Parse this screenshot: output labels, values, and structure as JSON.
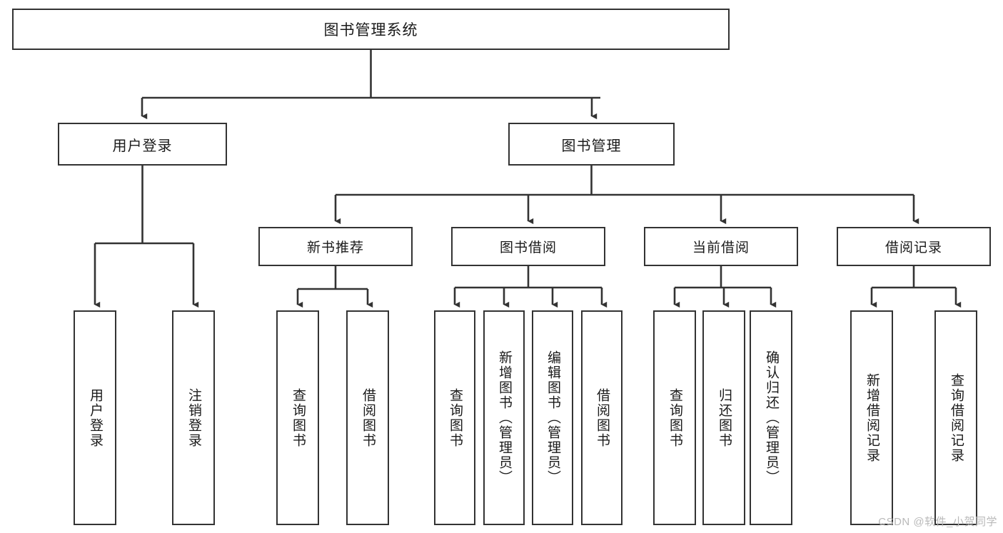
{
  "diagram": {
    "title": "图书管理系统",
    "watermark": "CSDN @软件_小贺同学",
    "colors": {
      "box_border": "#333333",
      "box_fill": "#ffffff",
      "connector": "#333333",
      "text": "#1a1a1a",
      "watermark": "#b9b9b9"
    },
    "root": {
      "label": "图书管理系统"
    },
    "level1": [
      {
        "label": "用户登录"
      },
      {
        "label": "图书管理"
      }
    ],
    "level2": [
      {
        "label": "新书推荐"
      },
      {
        "label": "图书借阅"
      },
      {
        "label": "当前借阅"
      },
      {
        "label": "借阅记录"
      }
    ],
    "leaves": {
      "user_login": [
        {
          "label": "用户登录"
        },
        {
          "label": "注销登录"
        }
      ],
      "new_book_recommend": [
        {
          "label": "查询图书"
        },
        {
          "label": "借阅图书"
        }
      ],
      "book_borrow": [
        {
          "label": "查询图书"
        },
        {
          "label": "新增图书（管理员）"
        },
        {
          "label": "编辑图书（管理员）"
        },
        {
          "label": "借阅图书"
        }
      ],
      "current_borrow": [
        {
          "label": "查询图书"
        },
        {
          "label": "归还图书"
        },
        {
          "label": "确认归还（管理员）"
        }
      ],
      "borrow_record": [
        {
          "label": "新增借阅记录"
        },
        {
          "label": "查询借阅记录"
        }
      ]
    }
  }
}
